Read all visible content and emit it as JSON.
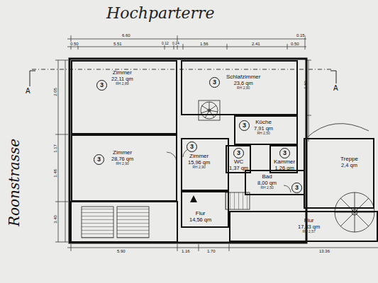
{
  "diagram": {
    "title": "Hochparterre",
    "nodes": [
      {
        "text": [
          "Zimmer",
          "22,11 qm",
          "RH 2,89"
        ]
      },
      {
        "text": [
          "3"
        ],
        "in": 0
      },
      {
        "text": [
          "Schlafzimmer",
          "23,6 qm",
          "RH 2,90"
        ]
      },
      {
        "text": [
          "3"
        ],
        "in": 2
      },
      {
        "text": [
          "Küche",
          "7,91 qm",
          "RH 2,50"
        ]
      },
      {
        "text": [
          "3"
        ],
        "in": 4
      },
      {
        "text": [
          "Zimmer",
          "28,76 qm",
          "RH 2,90"
        ]
      },
      {
        "text": [
          "3"
        ],
        "in": 6
      },
      {
        "text": [
          "Zimmer",
          "15,96 qm",
          "RH 2,90"
        ]
      },
      {
        "text": [
          "3"
        ],
        "in": 8
      },
      {
        "text": [
          "WC",
          "1,37 qm"
        ]
      },
      {
        "text": [
          "3"
        ],
        "in": 10
      },
      {
        "text": [
          "Kammer",
          "1,26 qm"
        ]
      },
      {
        "text": [
          "3"
        ],
        "in": 12
      },
      {
        "text": [
          "Treppe",
          "2,4 qm"
        ]
      },
      {
        "text": [
          "Bad",
          "8,00 qm",
          "RH 2,50"
        ]
      },
      {
        "text": [
          "3"
        ],
        "in": 15
      },
      {
        "text": [
          "Flur",
          "14,56 qm"
        ]
      },
      {
        "text": [
          "Flur",
          "17,83 qm",
          "RH 2,57"
        ]
      }
    ],
    "labels": [
      "Roonstrasse",
      "A",
      "A",
      "6.60",
      "0.15",
      "0.50",
      "5.51",
      "0.12",
      "0.24",
      "1.56",
      "2.41",
      "0.50",
      "5.90",
      "1.16",
      "1.70",
      "13.36",
      "2.05",
      "1.17",
      "1.48",
      "3.40",
      "1.80"
    ]
  }
}
